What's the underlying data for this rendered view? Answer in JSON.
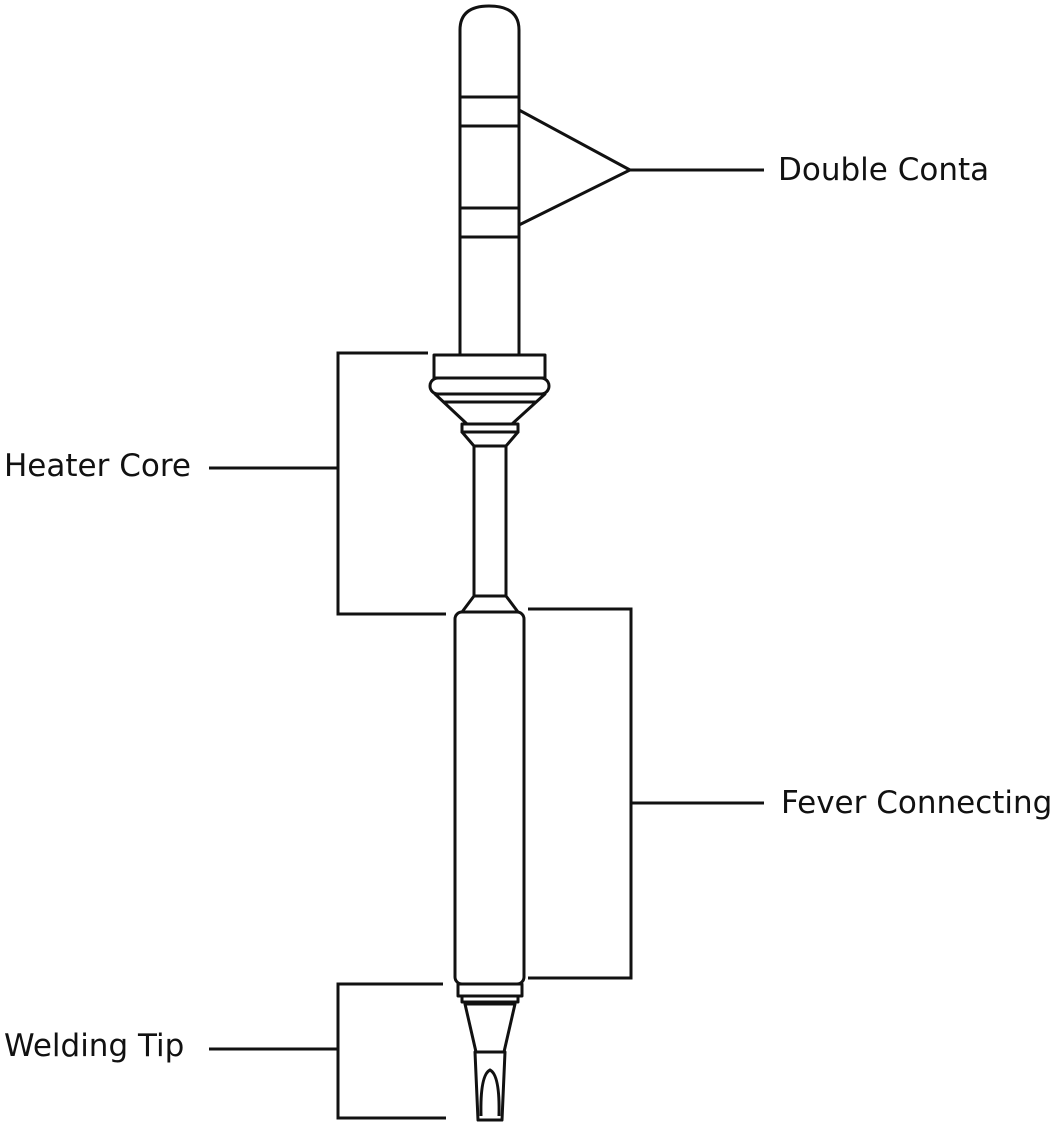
{
  "diagram": {
    "labels": {
      "double_contact": "Double Conta",
      "heater_core": "Heater Core",
      "fever_connecting": "Fever Connecting",
      "welding_tip": "Welding Tip"
    }
  }
}
